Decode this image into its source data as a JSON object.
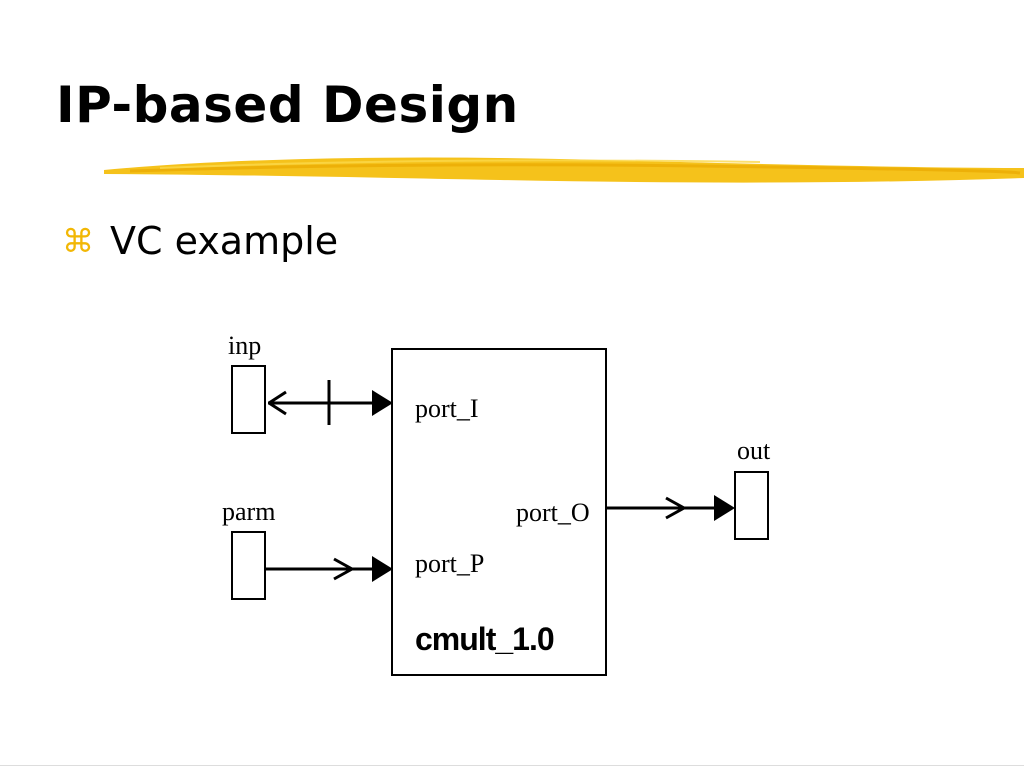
{
  "slide": {
    "title": "IP-based Design",
    "bullet": {
      "icon": "command-key-icon",
      "glyph": "⌘",
      "text": "VC example"
    }
  },
  "diagram": {
    "block": {
      "name": "cmult_1.0",
      "ports": {
        "input": "port_I",
        "param": "port_P",
        "output": "port_O"
      }
    },
    "signals": {
      "inp": "inp",
      "parm": "parm",
      "out": "out"
    }
  },
  "colors": {
    "accent": "#f2b705",
    "underline": "#f5c21b",
    "text": "#000000",
    "background": "#ffffff"
  }
}
